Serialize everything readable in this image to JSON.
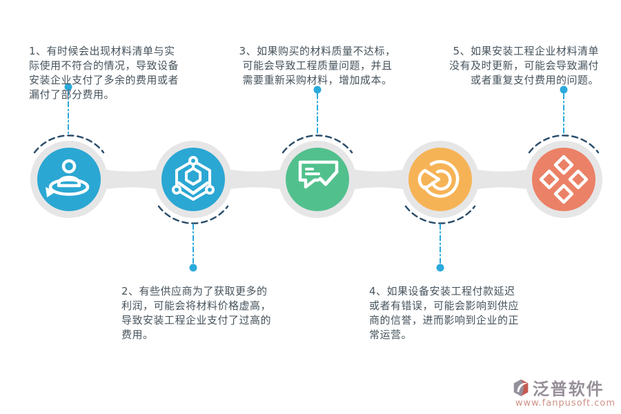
{
  "colors": {
    "node_blue": "#2BA7D3",
    "node_green": "#52C08D",
    "node_orange": "#F6B356",
    "node_salmon": "#EB8166",
    "track_gray": "#E6E6E7",
    "dash_arc_navy": "#2C4E6B",
    "callout_blue": "#2AA9DB",
    "note_text": "#46535C",
    "watermark_brand_gray": "#8E8690",
    "watermark_url_salmon": "#C9887B",
    "logo_red": "#C14B41",
    "logo_gray": "#8C8694"
  },
  "items": [
    {
      "num": "1",
      "callout_side": "top",
      "icon": "person-orbit-icon",
      "color": "#2BA7D3",
      "lines": [
        "1、有时候会出现材料清单与实",
        "际使用不符合的情况，导致设备",
        "安装企业支付了多余的费用或者",
        "漏付了部分费用。"
      ]
    },
    {
      "num": "2",
      "callout_side": "bottom",
      "icon": "hex-network-icon",
      "color": "#2BA7D3",
      "lines": [
        "2、有些供应商为了获取更多的",
        "利润，可能会将材料价格虚高，",
        "导致安装工程企业支付了过高的",
        "费用。"
      ]
    },
    {
      "num": "3",
      "callout_side": "top",
      "icon": "message-check-icon",
      "color": "#52C08D",
      "lines": [
        "3、如果购买的材料质量不达标，",
        "可能会导致工程质量问题，并且",
        "需要重新采购材料，增加成本。"
      ]
    },
    {
      "num": "4",
      "callout_side": "bottom",
      "icon": "pie-chart-icon",
      "color": "#F6B356",
      "lines": [
        "4、如果设备安装工程付款延迟",
        "或者有错误，可能会影响到供应",
        "商的信誉，进而影响到企业的正",
        "常运营。"
      ]
    },
    {
      "num": "5",
      "callout_side": "top",
      "icon": "diamonds-icon",
      "color": "#EB8166",
      "lines": [
        "5、如果安装工程企业材料清单",
        "没有及时更新，可能会导致漏付",
        "或者重复支付费用的问题。"
      ]
    }
  ],
  "watermark": {
    "brand": "泛普软件",
    "url": "www.fanpusoft.com"
  }
}
